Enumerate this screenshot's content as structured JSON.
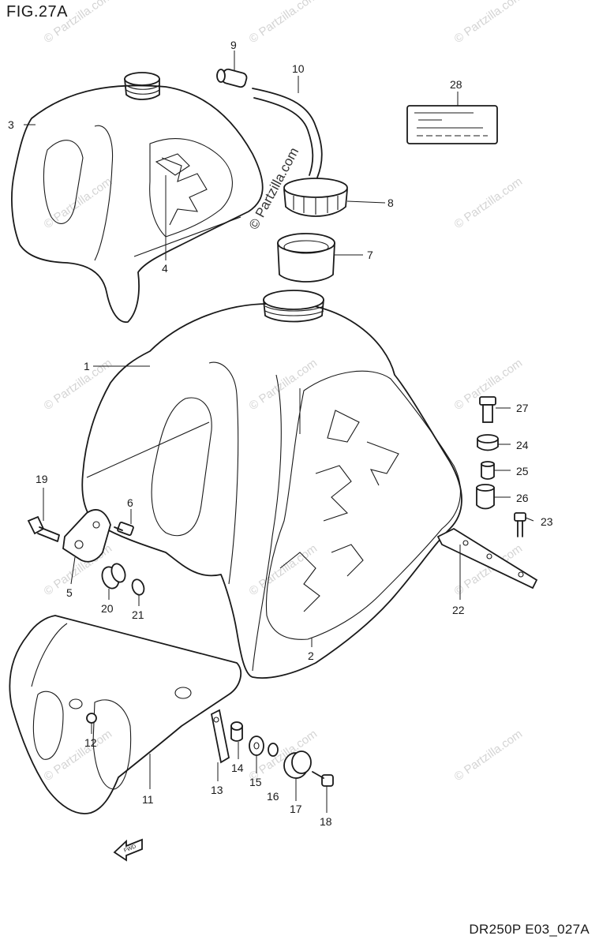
{
  "figure": {
    "title": "FIG.27A",
    "code": "DR250P E03_027A"
  },
  "watermark": "© Partzilla.com",
  "callouts": [
    {
      "id": "p1",
      "label": "1"
    },
    {
      "id": "p2",
      "label": "2"
    },
    {
      "id": "p3",
      "label": "3"
    },
    {
      "id": "p4",
      "label": "4"
    },
    {
      "id": "p5",
      "label": "5"
    },
    {
      "id": "p6",
      "label": "6"
    },
    {
      "id": "p7",
      "label": "7"
    },
    {
      "id": "p8",
      "label": "8"
    },
    {
      "id": "p9",
      "label": "9"
    },
    {
      "id": "p10",
      "label": "10"
    },
    {
      "id": "p11",
      "label": "11"
    },
    {
      "id": "p12",
      "label": "12"
    },
    {
      "id": "p13",
      "label": "13"
    },
    {
      "id": "p14",
      "label": "14"
    },
    {
      "id": "p15",
      "label": "15"
    },
    {
      "id": "p16",
      "label": "16"
    },
    {
      "id": "p17",
      "label": "17"
    },
    {
      "id": "p18",
      "label": "18"
    },
    {
      "id": "p19",
      "label": "19"
    },
    {
      "id": "p20",
      "label": "20"
    },
    {
      "id": "p21",
      "label": "21"
    },
    {
      "id": "p22",
      "label": "22"
    },
    {
      "id": "p23",
      "label": "23"
    },
    {
      "id": "p24",
      "label": "24"
    },
    {
      "id": "p25",
      "label": "25"
    },
    {
      "id": "p26",
      "label": "26"
    },
    {
      "id": "p27",
      "label": "27"
    },
    {
      "id": "p28",
      "label": "28"
    }
  ],
  "front_arrow": {
    "icon": "front-arrow-icon",
    "label": "FWD"
  }
}
